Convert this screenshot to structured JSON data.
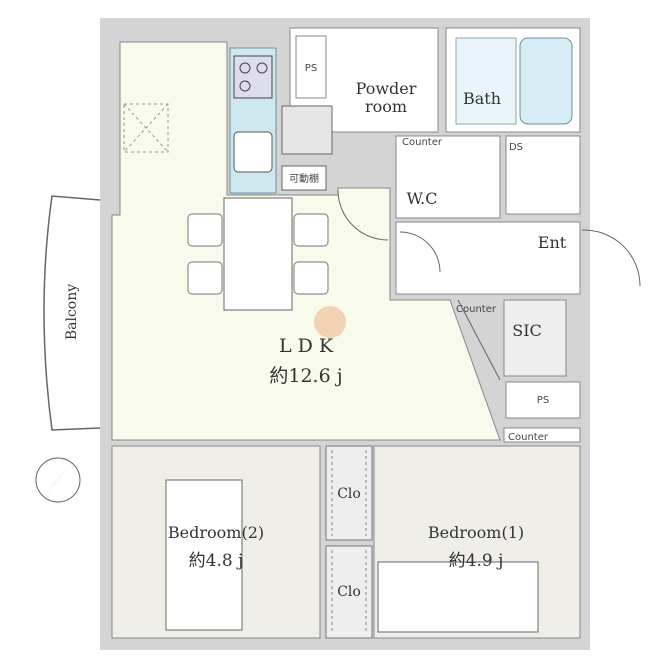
{
  "rooms": {
    "ldk_label": "L D K",
    "ldk_size": "約12.6 j",
    "bedroom2_label": "Bedroom(2)",
    "bedroom2_size": "約4.8 j",
    "bedroom1_label": "Bedroom(1)",
    "bedroom1_size": "約4.9 j",
    "powder_line1": "Powder",
    "powder_line2": "room",
    "bath": "Bath",
    "wc": "W.C",
    "ent": "Ent",
    "sic": "SIC",
    "closet_top": "Clo",
    "closet_bottom": "Clo",
    "balcony": "Balcony"
  },
  "fixtures": {
    "ps_top": "PS",
    "ps_right": "PS",
    "ds": "DS",
    "counter_wc": "Counter",
    "counter_sic": "Counter",
    "counter_bottom": "Counter",
    "shelf": "可動棚"
  },
  "colors": {
    "wall": "#d9d9d9",
    "ldk_floor": "#f8faeb",
    "bedroom_floor": "#f0eee9",
    "kitchen_blue": "#cfe8f0",
    "line": "#555555"
  }
}
